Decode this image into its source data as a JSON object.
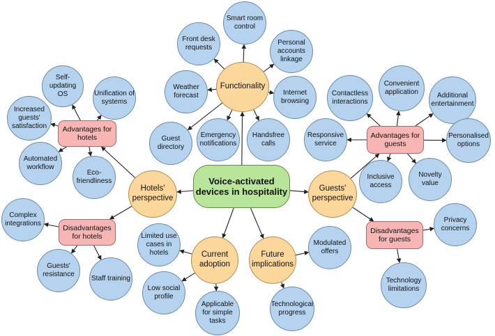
{
  "colors": {
    "leaf": "#b5d3ee",
    "perspective": "#fbd79c",
    "group": "#f7b6b4",
    "center": "#b9e59a",
    "edge": "#222222"
  },
  "nodes": {
    "center": "Voice-activated\ndevices in hospitality",
    "functionality": "Functionality",
    "hotels_perspective": "Hotels'\nperspective",
    "guests_perspective": "Guests'\nperspective",
    "current_adoption": "Current\nadoption",
    "future_implications": "Future\nimplications",
    "advantages_hotels": "Advantages for\nhotels",
    "disadvantages_hotels": "Disadvantages\nfor hotels",
    "advantages_guests": "Advantages for\nguests",
    "disadvantages_guests": "Disadvantages\nfor guests",
    "smart_room": "Smart room\ncontrol",
    "front_desk": "Front desk\nrequests",
    "personal_accounts": "Personal\naccounts\nlinkage",
    "weather": "Weather\nforecast",
    "internet": "Internet\nbrowsing",
    "guest_directory": "Guest\ndirectory",
    "emergency": "Emergency\nnotifications",
    "handsfree": "Handsfree\ncalls",
    "self_updating": "Self-updating\nOS",
    "unification": "Unification of\nsystems",
    "increased_satisfaction": "Increased\nguests'\nsatisfaction",
    "automated": "Automated\nworkflow",
    "eco": "Eco-\nfriendliness",
    "complex": "Complex\nintegrations",
    "resistance": "Guests'\nresistance",
    "staff_training": "Staff training",
    "contactless": "Contactless\ninteractions",
    "convenient": "Convenient\napplication",
    "additional": "Additional\nentertainment",
    "responsive": "Responsive\nservice",
    "personalised": "Personalised\noptions",
    "inclusive": "Inclusive\naccess",
    "novelty": "Novelty\nvalue",
    "privacy": "Privacy\nconcerns",
    "technology_limitations": "Technology\nlimitations",
    "limited_use": "Limited use\ncases in\nhotels",
    "low_social": "Low social\nprofile",
    "applicable": "Applicable\nfor simple\ntasks",
    "modulated": "Modulated\noffers",
    "technological_progress": "Technological\nprogress"
  },
  "edges": [
    [
      "center",
      "functionality"
    ],
    [
      "center",
      "hotels_perspective"
    ],
    [
      "center",
      "guests_perspective"
    ],
    [
      "center",
      "current_adoption"
    ],
    [
      "center",
      "future_implications"
    ],
    [
      "functionality",
      "smart_room"
    ],
    [
      "functionality",
      "front_desk"
    ],
    [
      "functionality",
      "personal_accounts"
    ],
    [
      "functionality",
      "weather"
    ],
    [
      "functionality",
      "internet"
    ],
    [
      "functionality",
      "guest_directory"
    ],
    [
      "functionality",
      "emergency"
    ],
    [
      "functionality",
      "handsfree"
    ],
    [
      "hotels_perspective",
      "advantages_hotels"
    ],
    [
      "hotels_perspective",
      "disadvantages_hotels"
    ],
    [
      "advantages_hotels",
      "self_updating"
    ],
    [
      "advantages_hotels",
      "unification"
    ],
    [
      "advantages_hotels",
      "increased_satisfaction"
    ],
    [
      "advantages_hotels",
      "automated"
    ],
    [
      "advantages_hotels",
      "eco"
    ],
    [
      "disadvantages_hotels",
      "complex"
    ],
    [
      "disadvantages_hotels",
      "resistance"
    ],
    [
      "disadvantages_hotels",
      "staff_training"
    ],
    [
      "guests_perspective",
      "advantages_guests"
    ],
    [
      "guests_perspective",
      "disadvantages_guests"
    ],
    [
      "advantages_guests",
      "contactless"
    ],
    [
      "advantages_guests",
      "convenient"
    ],
    [
      "advantages_guests",
      "additional"
    ],
    [
      "advantages_guests",
      "responsive"
    ],
    [
      "advantages_guests",
      "personalised"
    ],
    [
      "advantages_guests",
      "inclusive"
    ],
    [
      "advantages_guests",
      "novelty"
    ],
    [
      "disadvantages_guests",
      "privacy"
    ],
    [
      "disadvantages_guests",
      "technology_limitations"
    ],
    [
      "current_adoption",
      "limited_use"
    ],
    [
      "current_adoption",
      "low_social"
    ],
    [
      "current_adoption",
      "applicable"
    ],
    [
      "future_implications",
      "modulated"
    ],
    [
      "future_implications",
      "technological_progress"
    ]
  ]
}
